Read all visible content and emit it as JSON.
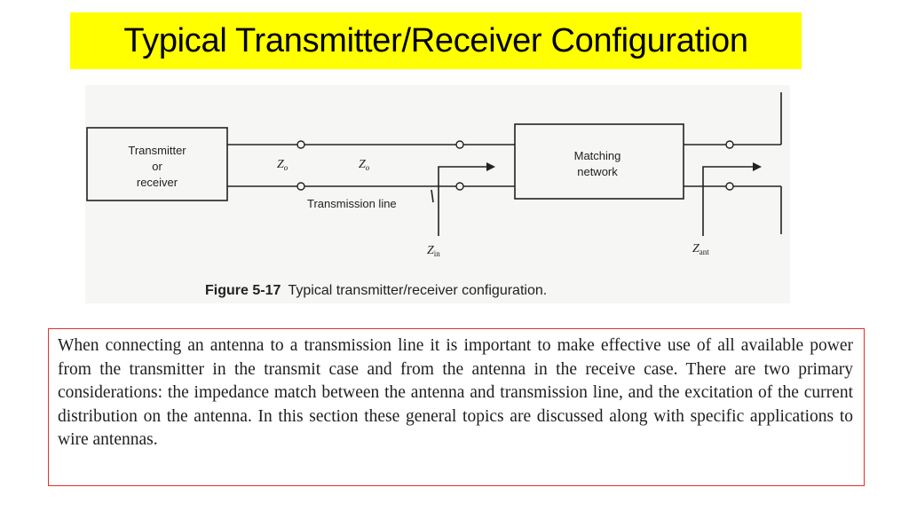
{
  "title": "Typical Transmitter/Receiver Configuration",
  "diagram": {
    "source_box": [
      "Transmitter",
      "or",
      "receiver"
    ],
    "zo_left": "Z",
    "zo_left_sub": "o",
    "zo_right": "Z",
    "zo_right_sub": "o",
    "line_label": "Transmission line",
    "matching_box": [
      "Matching",
      "network"
    ],
    "zin": "Z",
    "zin_sub": "in",
    "zant": "Z",
    "zant_sub": "ant",
    "caption_bold": "Figure 5-17",
    "caption_text": "Typical transmitter/receiver configuration."
  },
  "paragraph": "When connecting an antenna to a transmission line it is important to make effective use of all available power from the transmitter in the transmit case and from the antenna in the receive case. There are two primary considerations: the impedance match between the antenna and transmission line, and the excitation of the current distribution on the antenna. In this section these general topics are discussed along with specific applications to wire antennas.",
  "colors": {
    "title_highlight": "#ffff00",
    "paragraph_border": "#e03030"
  }
}
